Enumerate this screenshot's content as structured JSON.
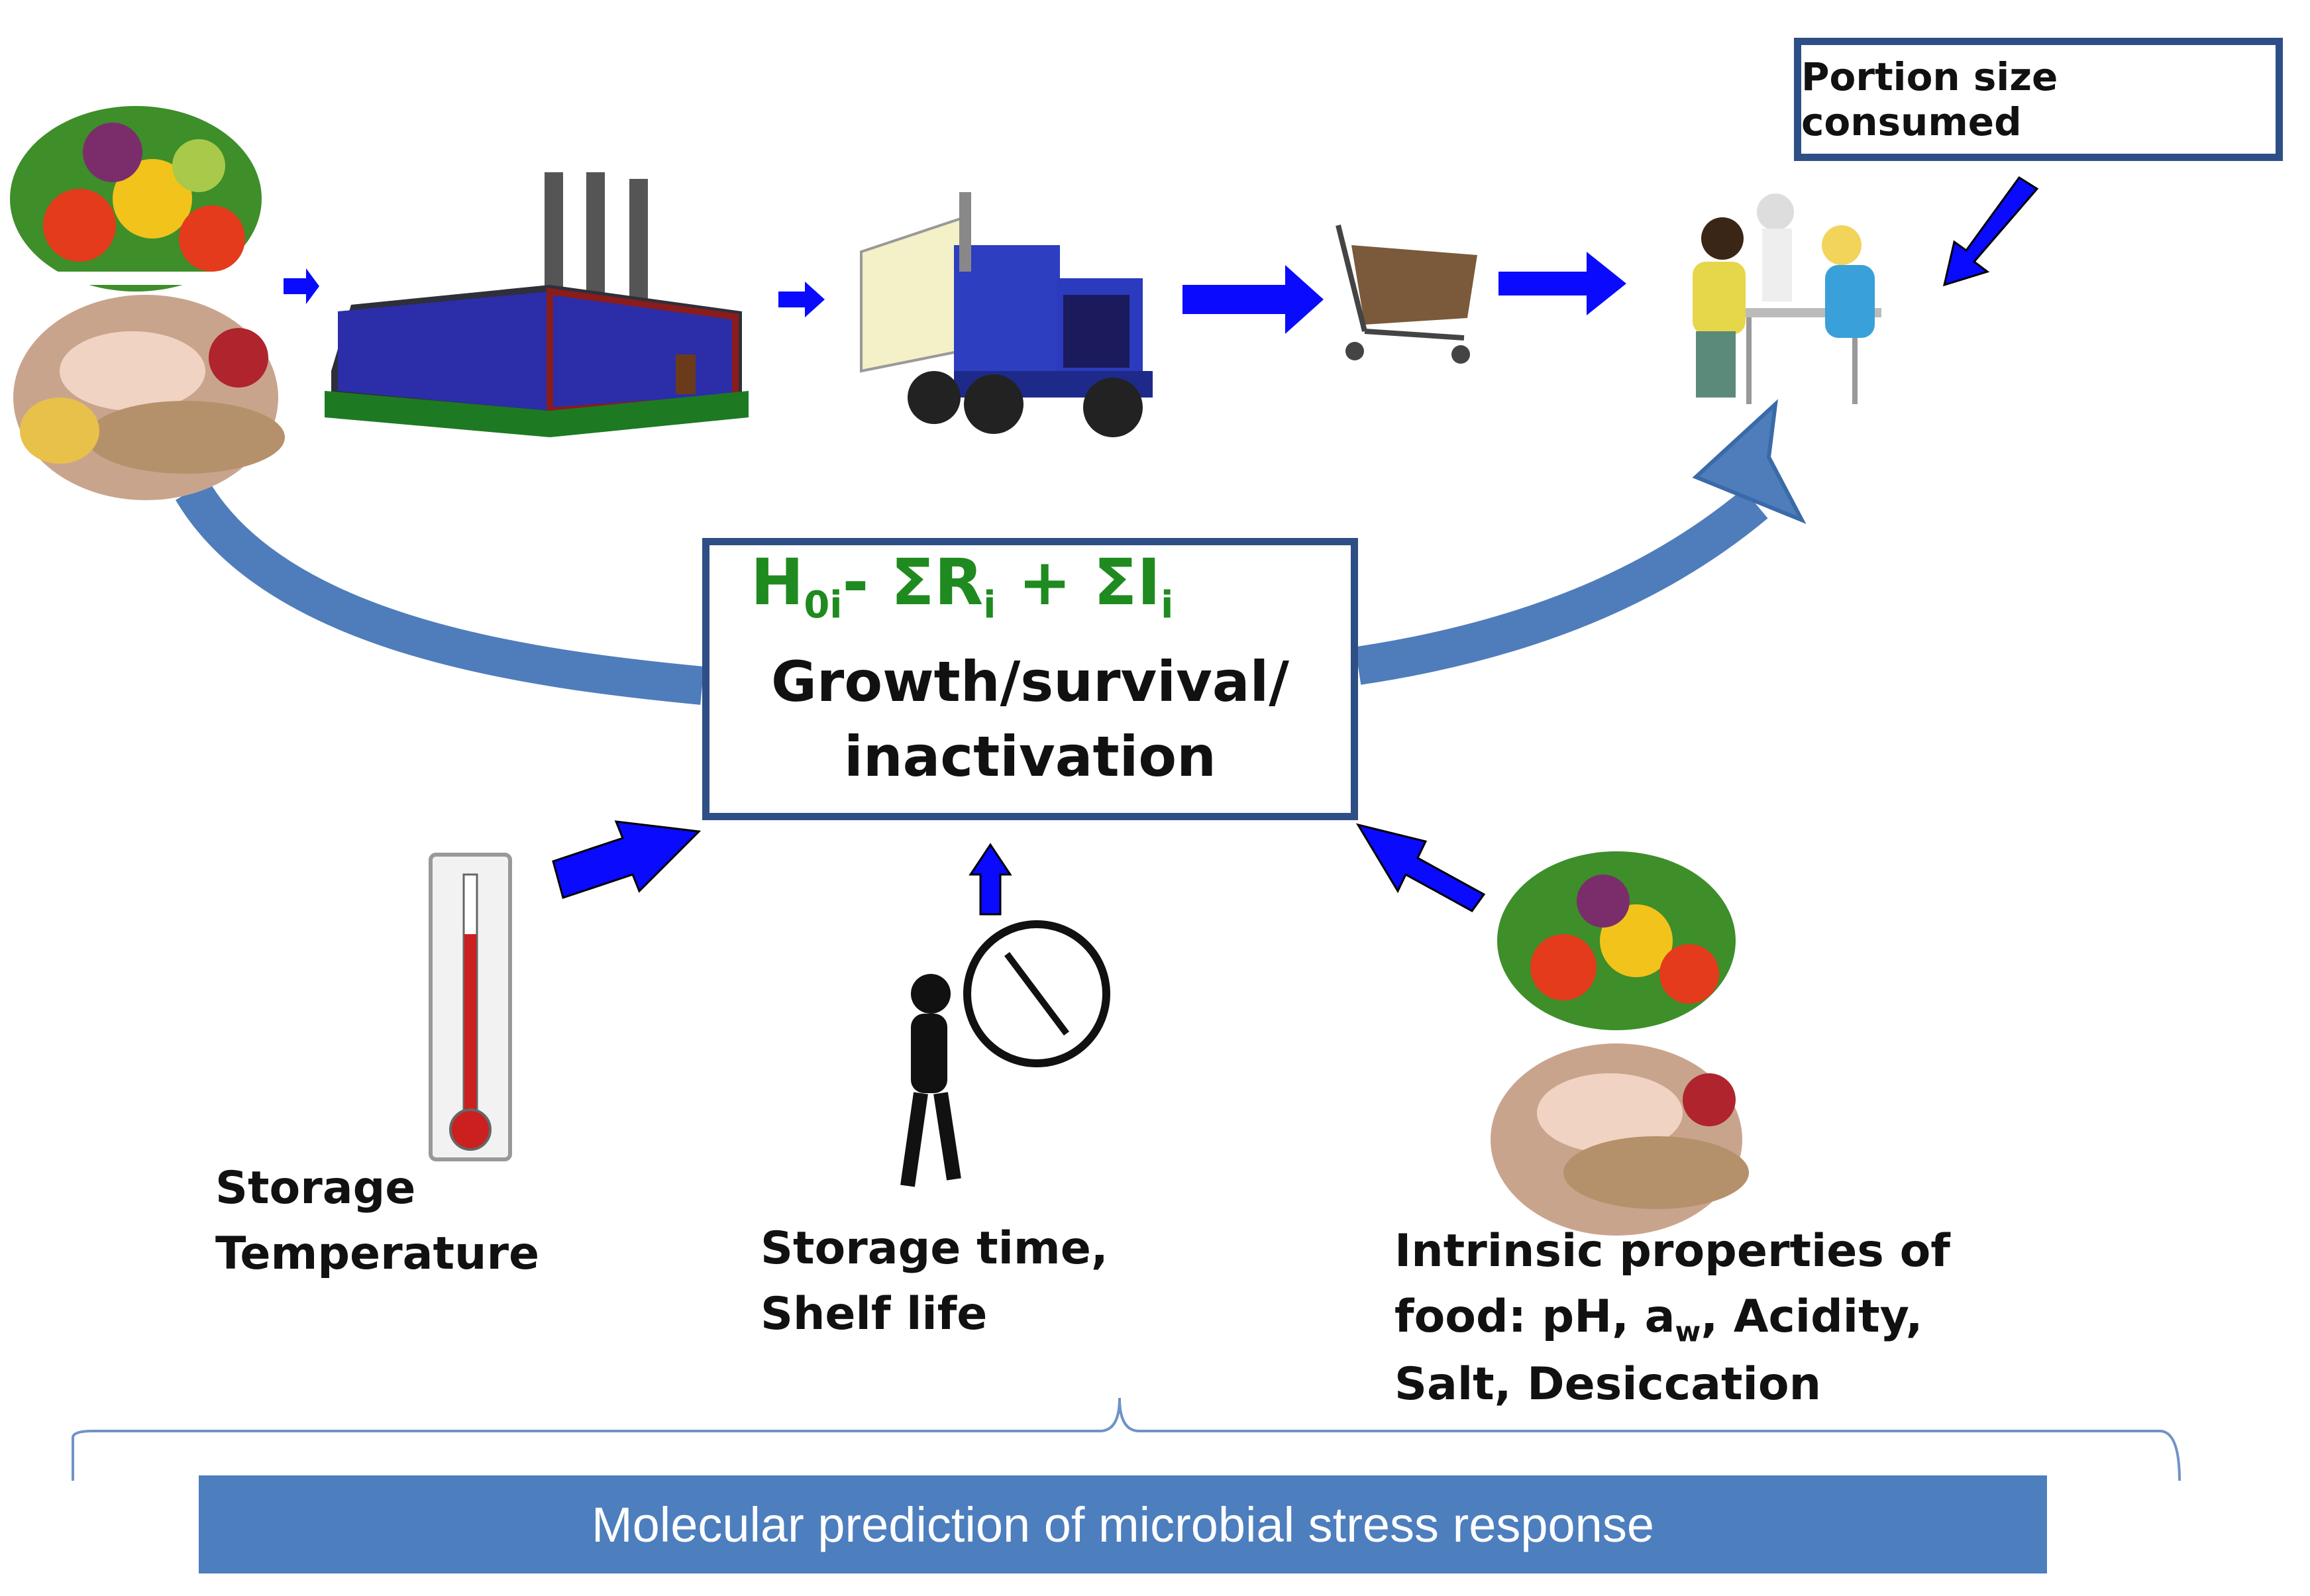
{
  "portion": {
    "label": "Portion size consumed"
  },
  "center": {
    "formula": {
      "h": "H",
      "h_sub": "0i",
      "minus": "- ΣR",
      "r_sub": "i",
      "plus": " + ΣI",
      "i_sub": "i"
    },
    "line1": "Growth/survival/",
    "line2": "inactivation"
  },
  "factors": {
    "temperature": {
      "line1": "Storage",
      "line2": "Temperature"
    },
    "time": {
      "line1": "Storage time,",
      "line2": "Shelf life"
    },
    "intrinsic": {
      "line1": "Intrinsic properties of",
      "line2_a": "food: pH, a",
      "line2_sub": "w",
      "line2_b": ", Acidity,",
      "line3": "Salt, Desiccation"
    }
  },
  "banner": {
    "label": "Molecular prediction of microbial stress response"
  },
  "colors": {
    "arrow_blue": "#0a0aff",
    "curve_blue": "#4f7dbb",
    "box_border": "#2e4f86",
    "formula_green": "#1f8a1f",
    "banner_fill": "#4d7ebe"
  },
  "icons": [
    "produce-meat-icon",
    "factory-icon",
    "truck-icon",
    "shopping-cart-icon",
    "diners-icon",
    "thermometer-icon",
    "clock-person-icon"
  ]
}
